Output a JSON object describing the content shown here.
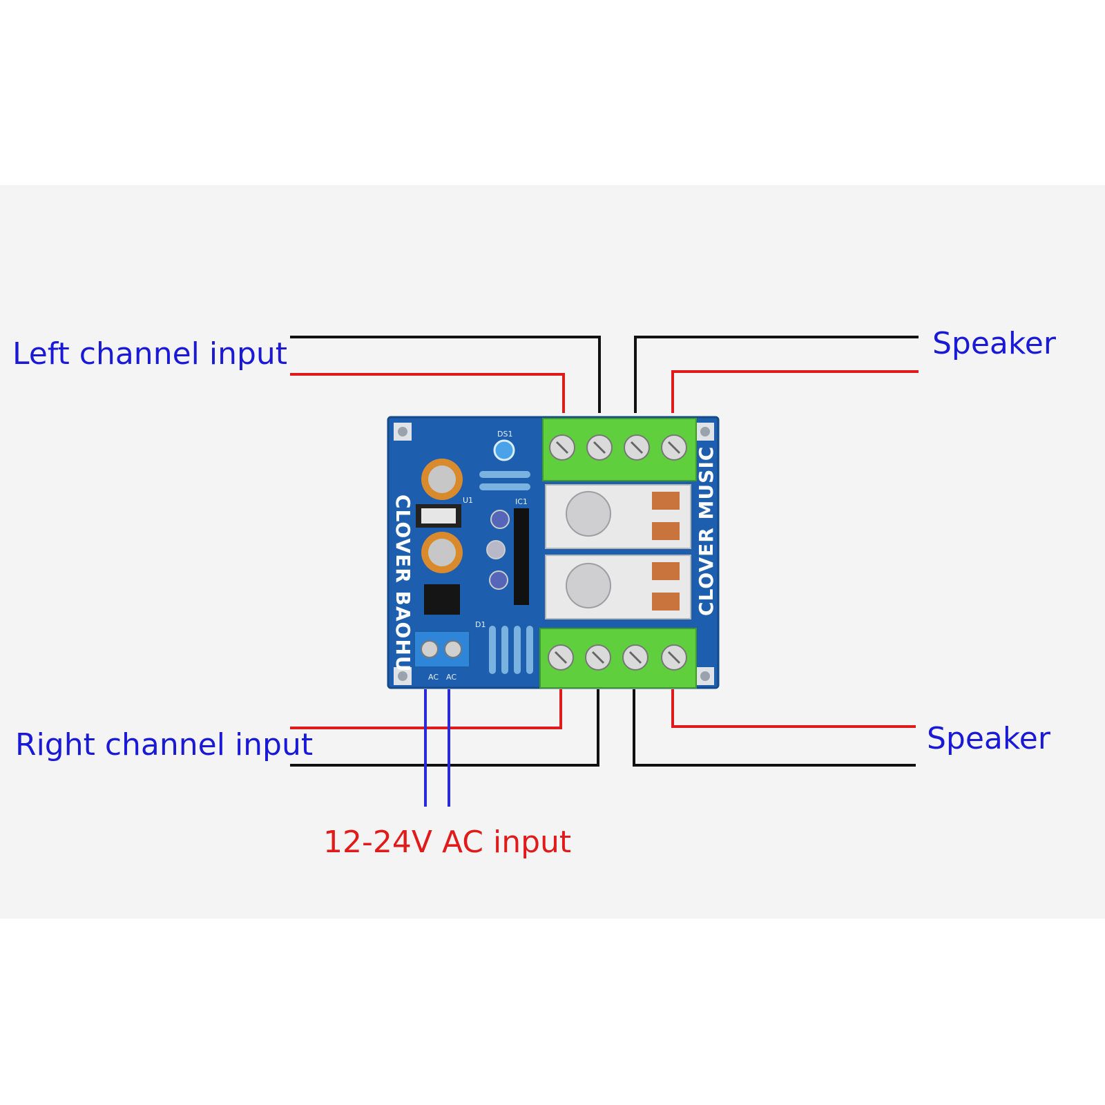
{
  "labels": {
    "left_input": "Left channel input",
    "right_input": "Right channel input",
    "speaker_top": "Speaker",
    "speaker_bottom": "Speaker",
    "ac_input": "12-24V AC input"
  },
  "board": {
    "left_text": "CLOVER BAOHU",
    "right_text": "CLOVER MUSIC",
    "ac_silk_1": "AC",
    "ac_silk_2": "AC",
    "ds1": "DS1",
    "ic1": "IC1",
    "d1": "D1",
    "u1": "U1"
  },
  "colors": {
    "label_blue": "#1a1ad6",
    "label_red": "#e01b1b",
    "wire_black": "#111111",
    "wire_red": "#e01b1b",
    "wire_blue": "#2a2ad8",
    "pcb_blue": "#1d5fae",
    "terminal_green": "#5fcf3d",
    "panel_gray": "#f3f3f3"
  }
}
